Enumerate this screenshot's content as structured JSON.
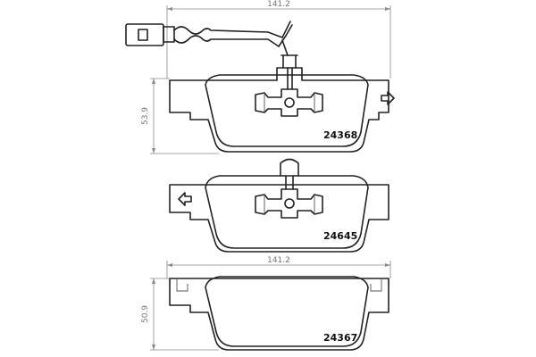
{
  "dimensions": {
    "top_width": "141.2",
    "top_height": "53.9",
    "bottom_width": "141.2",
    "bottom_height": "50.9"
  },
  "pads": [
    {
      "label": "24368"
    },
    {
      "label": "24645"
    },
    {
      "label": "24367"
    }
  ],
  "colors": {
    "stroke": "#222222",
    "dimension": "#888888"
  }
}
